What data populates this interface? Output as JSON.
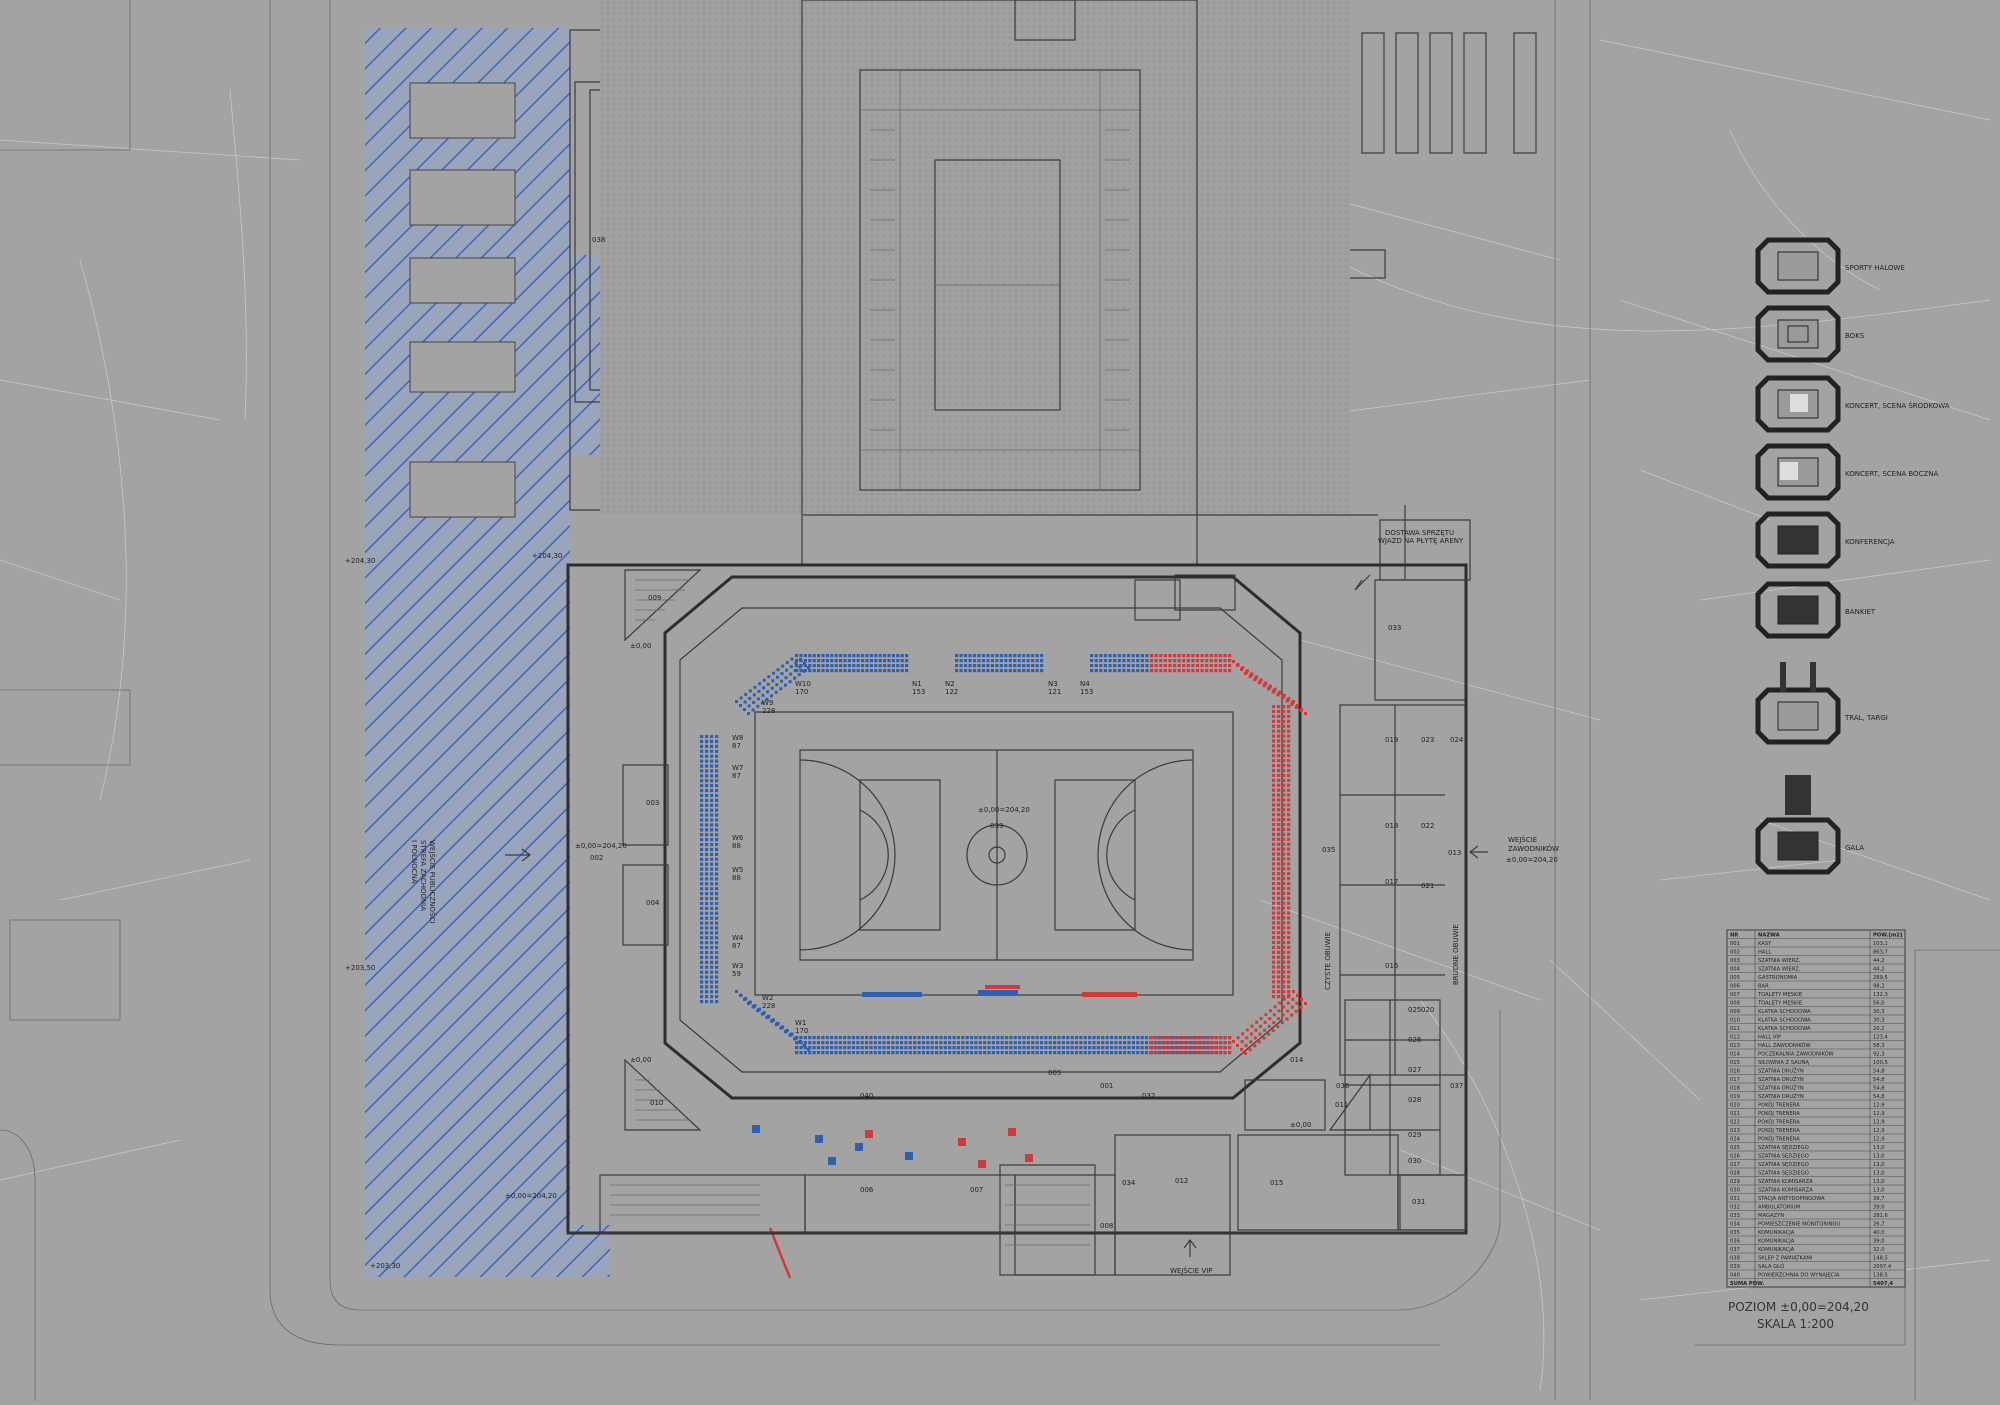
{
  "annotations": {
    "delivery": [
      "DOSTAWA SPRZĘTU",
      "WJAZD NA PŁYTĘ ARENY"
    ],
    "public_entrance": [
      "WEJŚCIE PUBLICZNOŚCI",
      "STREFA ZACHODNIA",
      "I PÓŁNOCNA"
    ],
    "players_entrance": [
      "WEJŚCIE",
      "ZAWODNIKÓW",
      "±0,00=204,20"
    ],
    "vip_entrance": "WEJŚCIE VIP",
    "court_level": "±0,00=204,20",
    "corridor_clean": "CZYSTE OBUWIE",
    "corridor_dirty": "BRUDNE OBUWIE",
    "level_marks": [
      "+204,30",
      "+204,30",
      "+203,50",
      "±0,00=204,20",
      "+203,30",
      "±0,00",
      "±0,00",
      "±0,00",
      "±0,00=204,20"
    ]
  },
  "rooms": [
    "001",
    "002",
    "003",
    "004",
    "005",
    "006",
    "007",
    "008",
    "009",
    "010",
    "011",
    "012",
    "013",
    "014",
    "015",
    "016",
    "017",
    "018",
    "019",
    "020",
    "021",
    "022",
    "023",
    "024",
    "025",
    "026",
    "027",
    "028",
    "029",
    "030",
    "031",
    "032",
    "033",
    "034",
    "035",
    "036",
    "037",
    "038",
    "039",
    "040"
  ],
  "sectors": [
    {
      "name": "W10",
      "seats": "170"
    },
    {
      "name": "N1",
      "seats": "153"
    },
    {
      "name": "N2",
      "seats": "122"
    },
    {
      "name": "N3",
      "seats": "121"
    },
    {
      "name": "N4",
      "seats": "153"
    },
    {
      "name": "W9",
      "seats": "228"
    },
    {
      "name": "W8",
      "seats": "87"
    },
    {
      "name": "W7",
      "seats": "87"
    },
    {
      "name": "W6",
      "seats": "88"
    },
    {
      "name": "W5",
      "seats": "88"
    },
    {
      "name": "W4",
      "seats": "87"
    },
    {
      "name": "W3",
      "seats": "59"
    },
    {
      "name": "W2",
      "seats": "228"
    },
    {
      "name": "W1",
      "seats": "170"
    }
  ],
  "configs": [
    "SPORTY HALOWE",
    "BOKS",
    "KONCERT, SCENA ŚRODKOWA",
    "KONCERT, SCENA BOCZNA",
    "KONFERENCJA",
    "BANKIET",
    "TRAL, TARGI",
    "GALA"
  ],
  "room_table": {
    "headers": [
      "NR",
      "NAZWA",
      "POW.[m2]"
    ],
    "rows": [
      [
        "001",
        "KASY",
        "103,1"
      ],
      [
        "002",
        "HALL",
        "863,7"
      ],
      [
        "003",
        "SZATNIA WIERZ.",
        "44,2"
      ],
      [
        "004",
        "SZATNIA WIERZ.",
        "44,2"
      ],
      [
        "005",
        "GASTRONOMIA",
        "289,5"
      ],
      [
        "006",
        "BAR",
        "98,2"
      ],
      [
        "007",
        "TOALETY MĘSKIE",
        "132,3"
      ],
      [
        "008",
        "TOALETY MĘSKIE",
        "56,0"
      ],
      [
        "009",
        "KLATKA SCHODOWA",
        "30,3"
      ],
      [
        "010",
        "KLATKA SCHODOWA",
        "30,3"
      ],
      [
        "011",
        "KLATKA SCHODOWA",
        "20,2"
      ],
      [
        "012",
        "HALL VIP",
        "123,4"
      ],
      [
        "013",
        "HALL ZAWODNIKÓW",
        "58,3"
      ],
      [
        "014",
        "POCZEKALNIA ZAWODNIKÓW",
        "92,3"
      ],
      [
        "015",
        "SIŁOWNIA Z SAUNĄ",
        "100,5"
      ],
      [
        "016",
        "SZATNIA DRUŻYN",
        "54,8"
      ],
      [
        "017",
        "SZATNIA DRUŻYN",
        "54,8"
      ],
      [
        "018",
        "SZATNIA DRUŻYN",
        "54,8"
      ],
      [
        "019",
        "SZATNIA DRUŻYN",
        "54,8"
      ],
      [
        "020",
        "POKÓJ TRENERA",
        "12,9"
      ],
      [
        "021",
        "POKÓJ TRENERA",
        "12,9"
      ],
      [
        "022",
        "POKÓJ TRENERA",
        "12,9"
      ],
      [
        "023",
        "POKÓJ TRENERA",
        "12,9"
      ],
      [
        "024",
        "POKÓJ TRENERA",
        "12,9"
      ],
      [
        "025",
        "SZATNIA SĘDZIEGO",
        "13,0"
      ],
      [
        "026",
        "SZATNIA SĘDZIEGO",
        "13,0"
      ],
      [
        "027",
        "SZATNIA SĘDZIEGO",
        "13,0"
      ],
      [
        "028",
        "SZATNIA SĘDZIEGO",
        "13,0"
      ],
      [
        "029",
        "SZATNIA KOMISARZA",
        "13,0"
      ],
      [
        "030",
        "SZATNIA KOMISARZA",
        "13,0"
      ],
      [
        "031",
        "STACJA ANTYDOPINGOWA",
        "39,7"
      ],
      [
        "032",
        "AMBULATORIUM",
        "39,0"
      ],
      [
        "033",
        "MAGAZYN",
        "281,6"
      ],
      [
        "034",
        "POMIESZCZENIE MONITORINGU",
        "26,7"
      ],
      [
        "035",
        "KOMUNIKACJA",
        "40,0"
      ],
      [
        "036",
        "KOMUNIKACJA",
        "39,0"
      ],
      [
        "037",
        "KOMUNIKACJA",
        "32,0"
      ],
      [
        "038",
        "SKLEP Z PAMIĄTKAMI",
        "148,5"
      ],
      [
        "039",
        "SALA GŁÓ",
        "2097,4"
      ],
      [
        "040",
        "POWIERZCHNIA DO WYNAJĘCIA",
        "138,5"
      ]
    ],
    "total_label": "SUMA POW.",
    "total_value": "5407,4"
  },
  "caption": {
    "level": "POZIOM  ±0,00=204,20",
    "scale": "SKALA  1:200"
  },
  "colors": {
    "background": "#a3a3a3",
    "seat_blue": "#2f5fb0",
    "seat_red": "#d23a3a",
    "hatch": "#3d66b8",
    "line": "#3a3a3a"
  }
}
